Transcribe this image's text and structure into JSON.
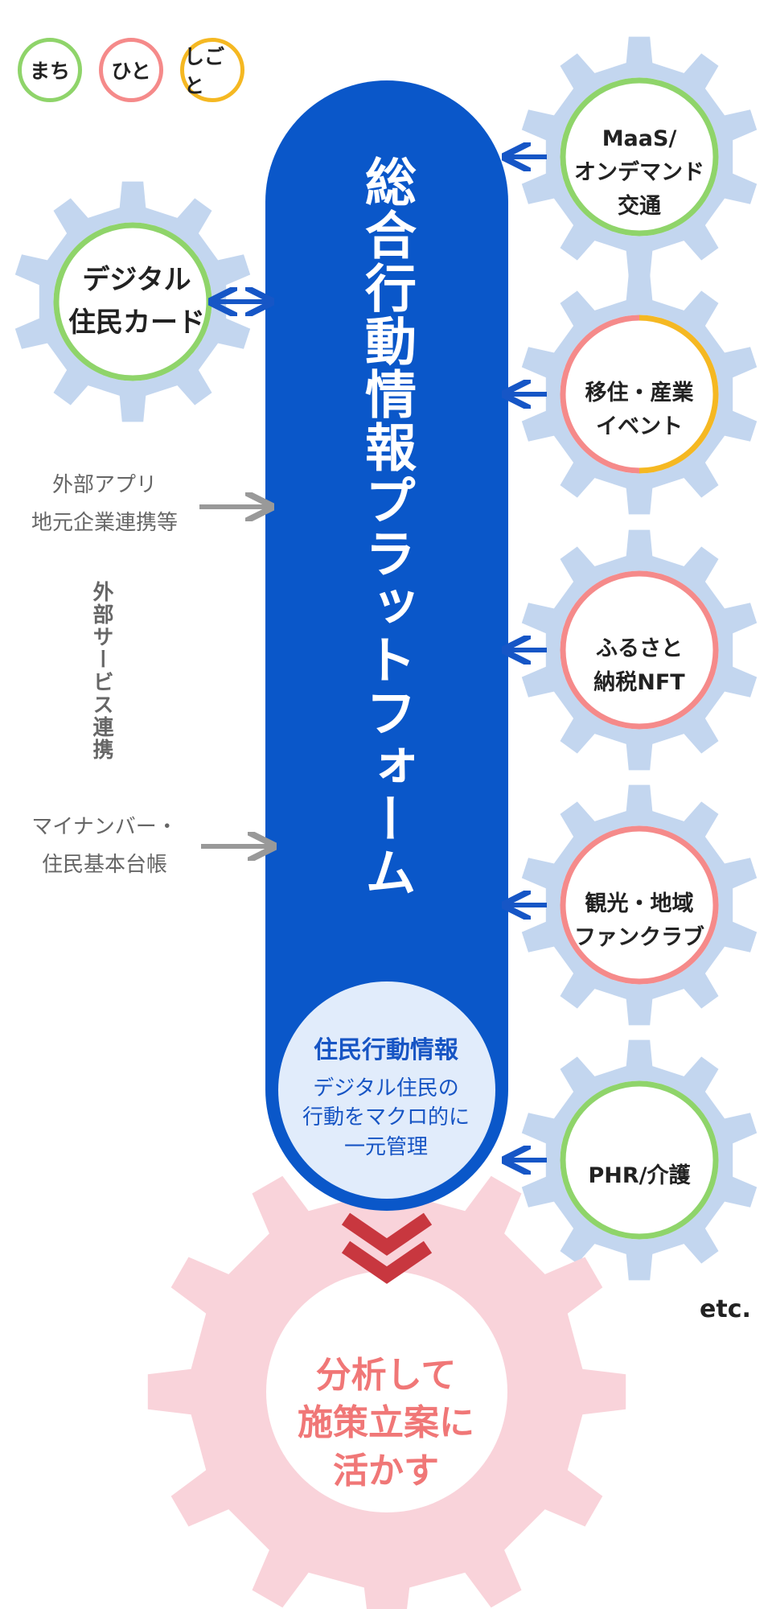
{
  "legend": [
    {
      "label": "まち",
      "color": "#8fd46a"
    },
    {
      "label": "ひと",
      "color": "#f58a8a"
    },
    {
      "label": "しごと",
      "color": "#f5b822"
    }
  ],
  "platform": {
    "title": "総合行動情報プラットフォーム",
    "color": "#0a57c9",
    "info_title": "住民行動情報",
    "info_body": "デジタル住民の\n行動をマクロ的に\n一元管理"
  },
  "left_gear": {
    "label": "デジタル\n住民カード",
    "ring": "green"
  },
  "external": {
    "vertical_label": "外部サービス連携",
    "items": [
      {
        "label": "外部アプリ\n地元企業連携等"
      },
      {
        "label": "マイナンバー・\n住民基本台帳"
      }
    ]
  },
  "services": [
    {
      "label": "MaaS/\nオンデマンド\n交通",
      "ring": "green"
    },
    {
      "label": "移住・産業\nイベント",
      "ring": "pink-yellow"
    },
    {
      "label": "ふるさと\n納税NFT",
      "ring": "pink"
    },
    {
      "label": "観光・地域\nファンクラブ",
      "ring": "pink"
    },
    {
      "label": "PHR/介護",
      "ring": "green"
    }
  ],
  "etc_label": "etc.",
  "result": {
    "label": "分析して\n施策立案に\n活かす"
  },
  "colors": {
    "gear_blue": "#c3d6ef",
    "gear_pink": "#f9d3da",
    "arrow_blue": "#1656c6",
    "arrow_gray": "#999999",
    "chevron_red": "#c8373f",
    "green": "#8fd46a",
    "pink": "#f58a8a",
    "yellow": "#f5b822"
  }
}
